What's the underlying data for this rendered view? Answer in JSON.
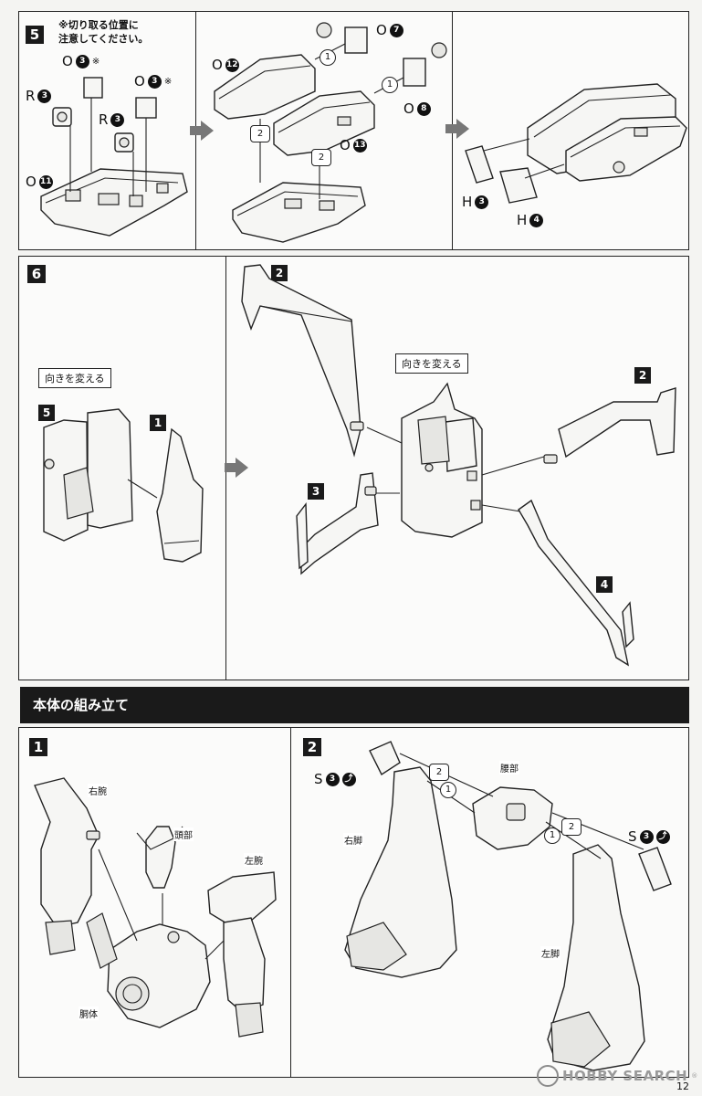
{
  "step5": {
    "number": "5",
    "note_line1": "※切り取る位置に",
    "note_line2": "注意してください。",
    "labels": {
      "o3a": {
        "letter": "O",
        "num": "3",
        "mark": "※"
      },
      "o3b": {
        "letter": "O",
        "num": "3",
        "mark": "※"
      },
      "r3a": {
        "letter": "R",
        "num": "3"
      },
      "r3b": {
        "letter": "R",
        "num": "3"
      },
      "o11": {
        "letter": "O",
        "num": "11"
      },
      "o12": {
        "letter": "O",
        "num": "12"
      },
      "o7": {
        "letter": "O",
        "num": "7"
      },
      "o8": {
        "letter": "O",
        "num": "8"
      },
      "o13": {
        "letter": "O",
        "num": "13"
      },
      "h3": {
        "letter": "H",
        "num": "3"
      },
      "h4": {
        "letter": "H",
        "num": "4"
      }
    },
    "order_marks": [
      "1",
      "2"
    ]
  },
  "step6": {
    "number": "6",
    "callout_left": "向きを変える",
    "callout_right": "向きを変える",
    "badges": {
      "left5": "5",
      "left1": "1",
      "r2top": "2",
      "r2right": "2",
      "r3": "3",
      "r4": "4"
    }
  },
  "section": {
    "title": "本体の組み立て"
  },
  "step1": {
    "number": "1",
    "labels": {
      "right_arm": "右腕",
      "head": "頭部",
      "left_arm": "左腕",
      "torso": "胴体"
    }
  },
  "step2": {
    "number": "2",
    "labels": {
      "waist": "腰部",
      "right_leg": "右脚",
      "left_leg": "左脚",
      "s3_left": {
        "letter": "S",
        "num": "3"
      },
      "s3_right": {
        "letter": "S",
        "num": "3"
      }
    },
    "order_marks": [
      "1",
      "2"
    ]
  },
  "watermark": "HOBBY SEARCH",
  "watermark_mark": "®",
  "page_number": "12",
  "colors": {
    "ink": "#1a1a1a",
    "paper": "#fbfbfa",
    "arrow": "#777777"
  }
}
